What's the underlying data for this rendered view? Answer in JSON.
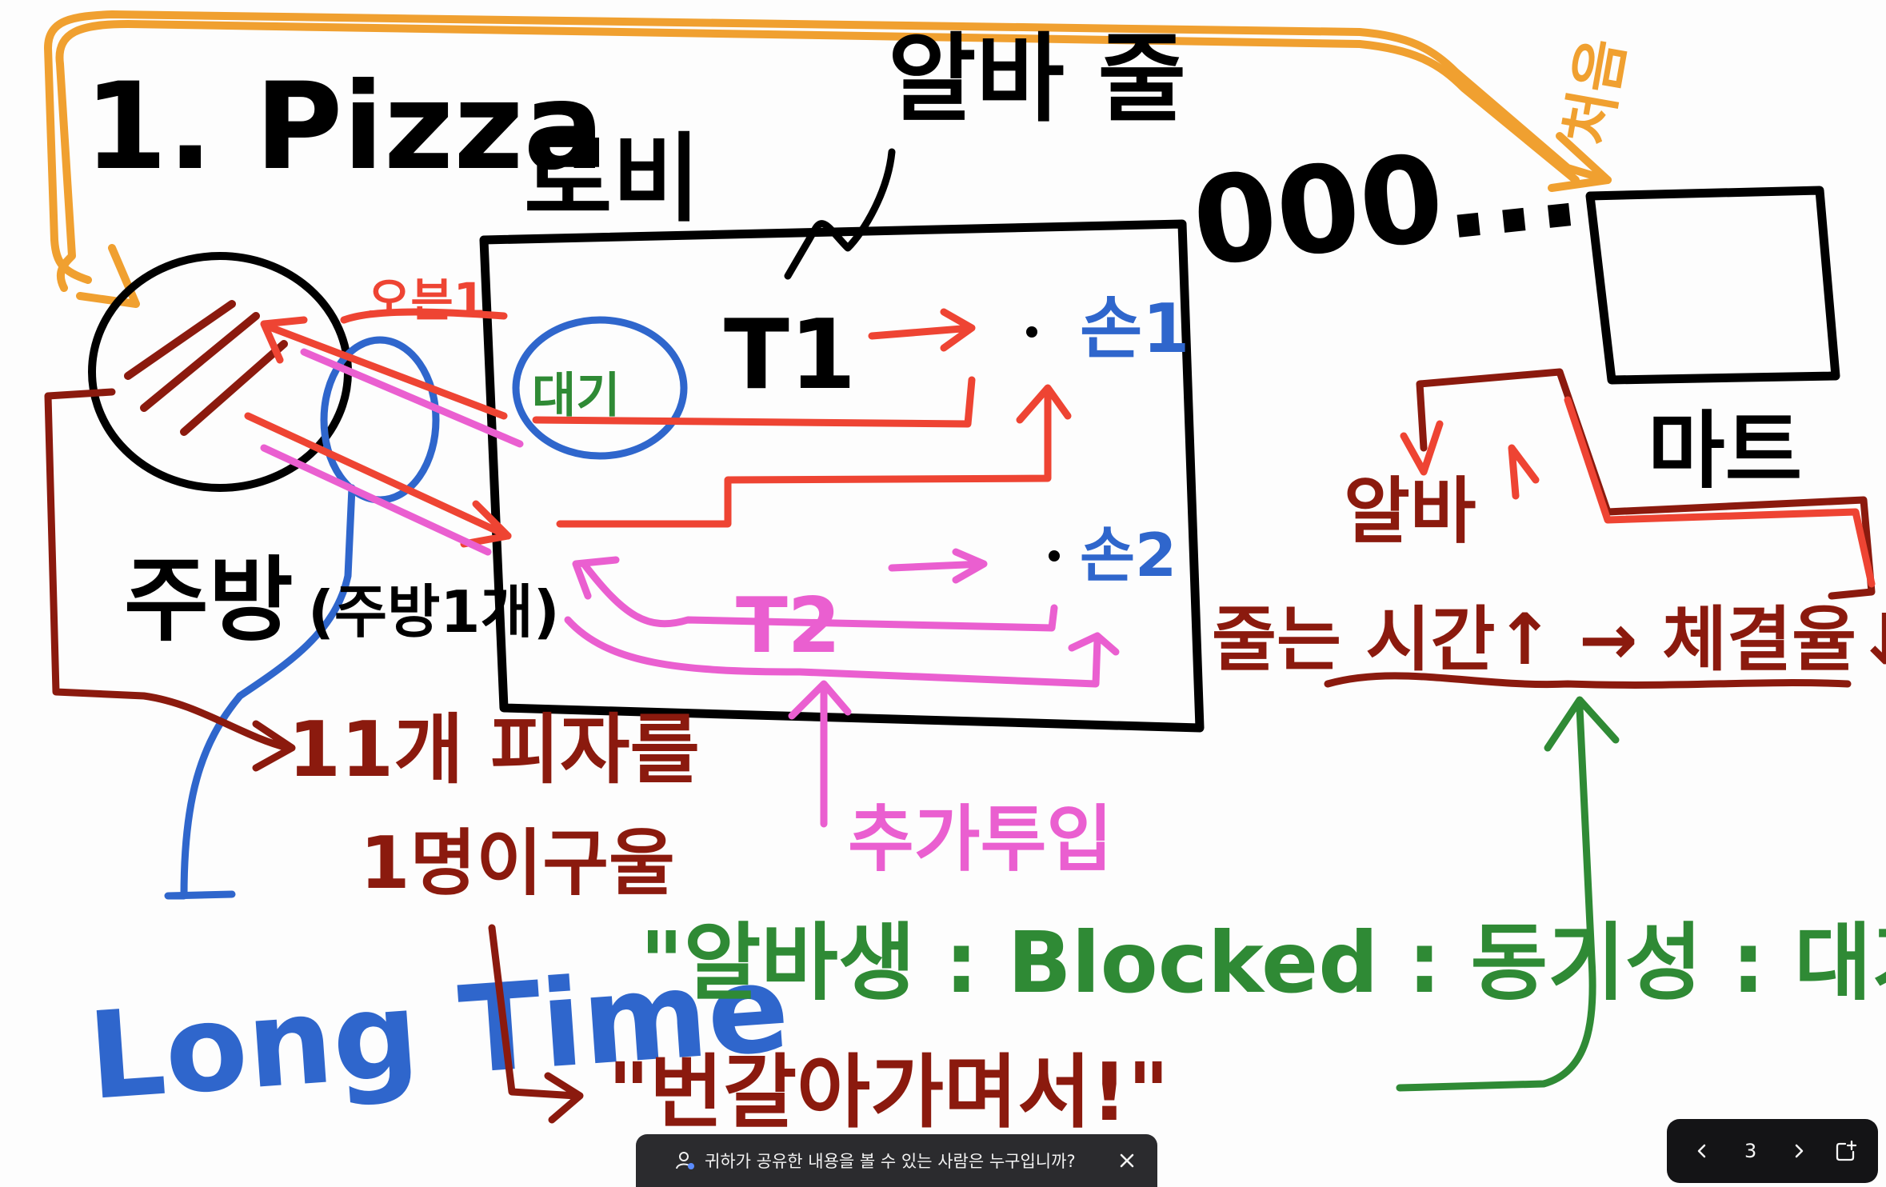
{
  "whiteboard": {
    "title": "1. Pizza",
    "labels": {
      "lobby": "로비",
      "alba_line": "알바 줄",
      "dots": "000...",
      "first": "처음",
      "waiting": "대기",
      "t1": "T1",
      "customer1": "손1",
      "customer2": "손2",
      "t2": "T2",
      "extra_input": "추가투입",
      "kitchen": "주방",
      "kitchen_paren": "(주방1개)",
      "oven": "오븐1",
      "pizza_count": "11개 피자를",
      "one_oven": "1명이구울",
      "long_time": "Long Time",
      "mart": "마트",
      "alba_time": "알바",
      "time_row": "줄는 시간↑ → 체결율↓",
      "blocked_line": "\"알바생 : Blocked : 동기성 : 대기\"",
      "switching": "\"번갈아가며서!\""
    },
    "colors": {
      "black": "#000000",
      "orange": "#f0a030",
      "red": "#ee4433",
      "darkred": "#8b1a0e",
      "blue": "#2f66cc",
      "green": "#2f8a35",
      "pink": "#ea5fd0"
    }
  },
  "share_notice": {
    "text": "귀하가 공유한 내용을 볼 수 있는 사람은 누구입니까?",
    "icon": "person-shield-icon",
    "close_icon": "close-icon"
  },
  "page_nav": {
    "current_page": "3",
    "prev_icon": "chevron-left-icon",
    "next_icon": "chevron-right-icon",
    "add_icon": "add-page-icon"
  }
}
